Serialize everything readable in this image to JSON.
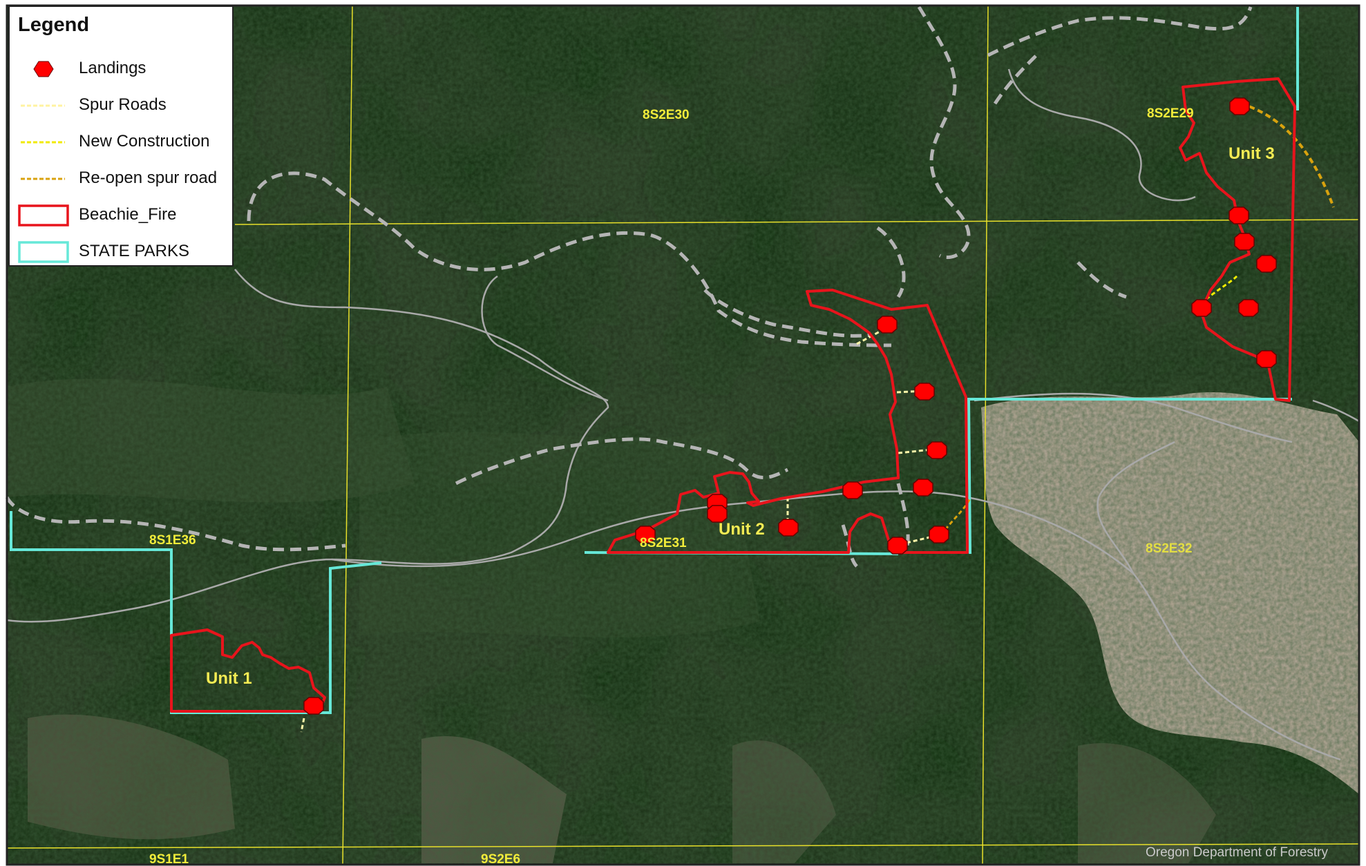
{
  "legend": {
    "title": "Legend",
    "items": [
      {
        "label": "Landings",
        "symbol": "red-hexagon",
        "color": "#ff0000"
      },
      {
        "label": "Spur Roads",
        "symbol": "dashed-line",
        "color": "#fff6a8"
      },
      {
        "label": "New Construction",
        "symbol": "dashed-line",
        "color": "#f5ef00"
      },
      {
        "label": "Re-open spur road",
        "symbol": "dashed-line",
        "color": "#d9a20e"
      },
      {
        "label": "Beachie_Fire",
        "symbol": "red-outline-polygon",
        "color": "#e8141c"
      },
      {
        "label": "STATE PARKS",
        "symbol": "cyan-outline-polygon",
        "color": "#66e8d8"
      }
    ]
  },
  "units": [
    {
      "label": "Unit 1"
    },
    {
      "label": "Unit 2"
    },
    {
      "label": "Unit 3"
    }
  ],
  "sections": [
    "8S2E30",
    "8S2E29",
    "8S1E36",
    "8S2E31",
    "8S2E32",
    "9S1E1",
    "9S2E6"
  ],
  "credit": "Oregon Department of Forestry",
  "colors": {
    "forest": "#22331f",
    "clearcut": "#b8a695",
    "unit_boundary": "#e8141c",
    "state_parks": "#66e8d8",
    "plss_grid": "#e8e02a",
    "road": "#a8a8a8"
  }
}
